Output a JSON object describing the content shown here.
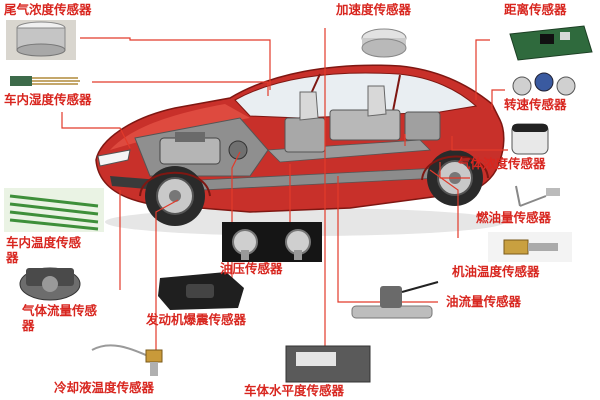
{
  "colors": {
    "label_text": "#d8261f",
    "leader_line": "#e23a2a",
    "car_body": "#c8302a",
    "car_dark": "#7e1712",
    "chassis": "#8c8c8c",
    "glass": "#e9eef2"
  },
  "labels": {
    "exhaust_gas_sensor": "尾气浓度传感器",
    "interior_humidity_sensor": "车内湿度传感器",
    "interior_temperature_sensor": "车内温度传感器",
    "air_flow_sensor": "气体流量传感器",
    "coolant_temperature_sensor": "冷却液温度传感器",
    "knock_sensor": "发动机爆震传感器",
    "oil_pressure_sensor": "油压传感器",
    "acceleration_sensor": "加速度传感器",
    "distance_sensor": "距离传感器",
    "speed_sensor": "转速传感器",
    "gas_concentration_sensor": "气体浓度传感器",
    "fuel_level_sensor": "燃油量传感器",
    "oil_temperature_sensor": "机油温度传感器",
    "oil_flow_sensor": "油流量传感器",
    "body_level_sensor": "车体水平度传感器"
  },
  "icons": {
    "car": "car-cutaway-icon",
    "exhaust_gas_sensor": "cylinder-sensor-icon",
    "interior_humidity_sensor": "pin-sensor-icon",
    "interior_temperature_sensor": "probe-bundle-icon",
    "air_flow_sensor": "flow-meter-icon",
    "coolant_temperature_sensor": "wire-probe-icon",
    "knock_sensor": "knock-sensor-icon",
    "oil_pressure_sensor": "pressure-switch-icon",
    "acceleration_sensor": "accelerometer-icon",
    "distance_sensor": "circuit-board-icon",
    "speed_sensor": "speed-sensor-icon",
    "gas_concentration_sensor": "gas-cell-icon",
    "fuel_level_sensor": "float-arm-icon",
    "oil_temperature_sensor": "thread-probe-icon",
    "oil_flow_sensor": "pipe-flow-icon",
    "body_level_sensor": "level-box-icon"
  }
}
